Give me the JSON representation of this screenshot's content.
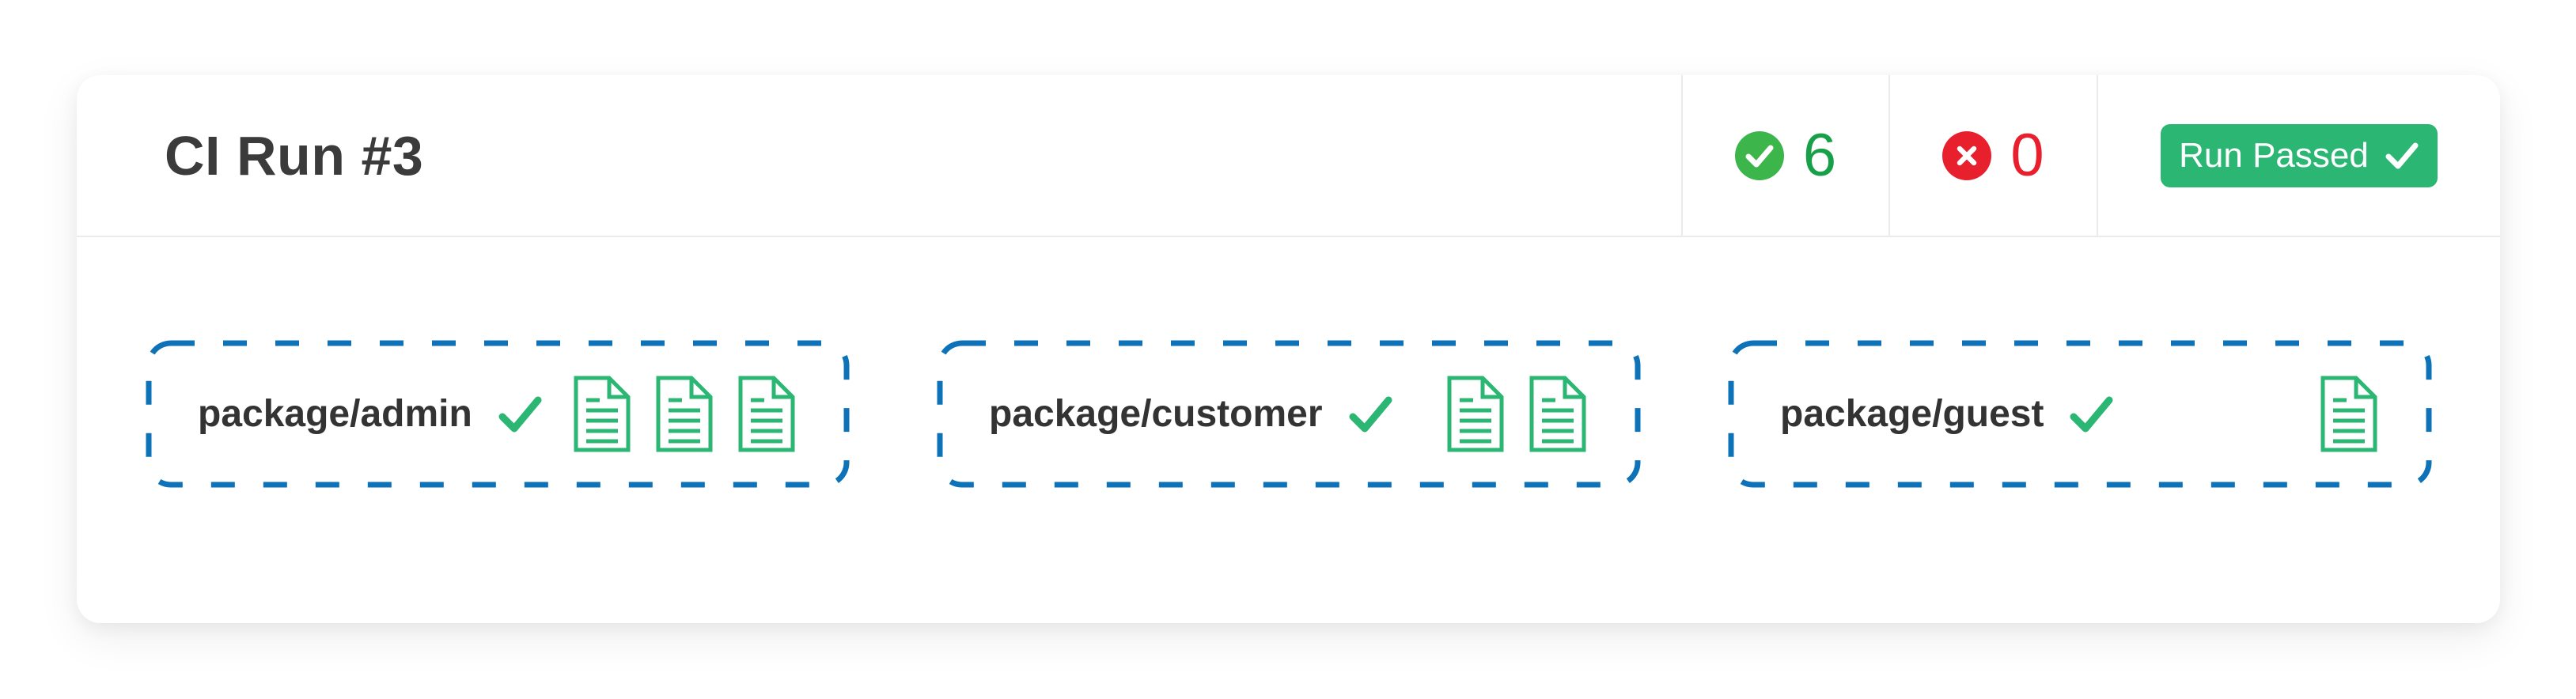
{
  "header": {
    "title": "CI Run #3",
    "passed_count": "6",
    "failed_count": "0",
    "status_button": {
      "label": "Run Passed"
    }
  },
  "packages": {
    "items": [
      {
        "name": "package/admin",
        "status": "passed",
        "doc_count": 3
      },
      {
        "name": "package/customer",
        "status": "passed",
        "doc_count": 2
      },
      {
        "name": "package/guest",
        "status": "passed",
        "doc_count": 1
      }
    ]
  },
  "icons": {
    "passed_badge": "check-circle-icon",
    "failed_badge": "x-circle-icon",
    "button_icon": "check-icon",
    "package_status_icon": "check-icon",
    "report_icon": "document-icon"
  },
  "colors": {
    "green-circle": "#3cb54a",
    "green-text": "#18a048",
    "green-button": "#2bb673",
    "red": "#e8202d",
    "blue-dash": "#0e72b8",
    "text-dark": "#3b3b3b",
    "divider": "#ebebeb"
  }
}
